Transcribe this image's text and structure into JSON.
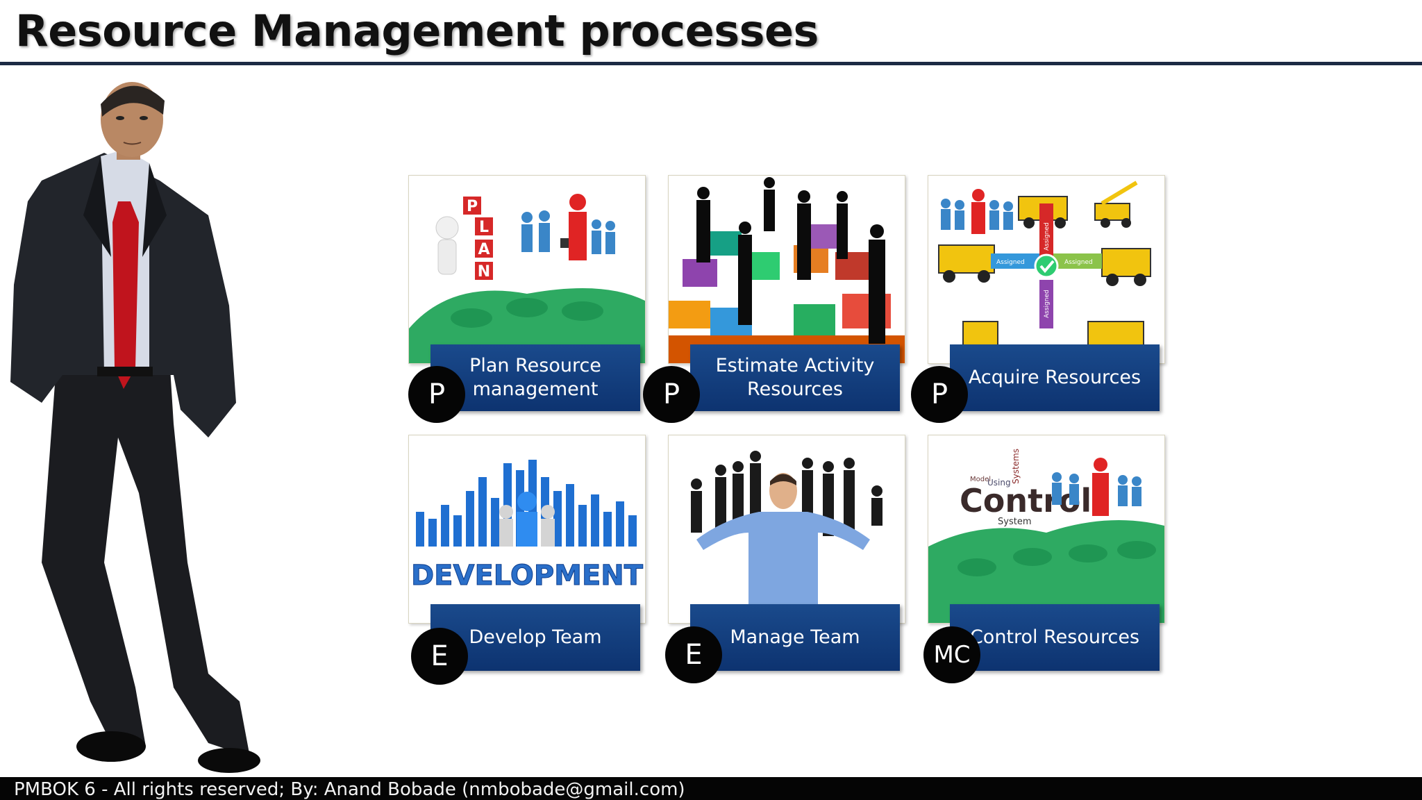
{
  "slide": {
    "title": "Resource Management processes",
    "footer": "PMBOK 6 - All rights reserved; By: Anand Bobade (nmbobade@gmail.com)"
  },
  "processes": [
    {
      "label": "Plan Resource management",
      "group": "P",
      "picture_words": [
        "P",
        "L",
        "A",
        "N"
      ]
    },
    {
      "label": "Estimate Activity Resources",
      "group": "P"
    },
    {
      "label": "Acquire Resources",
      "group": "P",
      "picture_words": [
        "Assigned",
        "Assigned",
        "Assigned",
        "Assigned"
      ]
    },
    {
      "label": "Develop Team",
      "group": "E",
      "picture_words": [
        "DEVELOPMENT"
      ]
    },
    {
      "label": "Manage Team",
      "group": "E"
    },
    {
      "label": "Control Resources",
      "group": "MC",
      "picture_words": [
        "Control",
        "Systems",
        "Using",
        "Model",
        "System"
      ]
    }
  ],
  "colors": {
    "label_blue": "#0d3370",
    "badge": "#050505",
    "rule": "#1c2a44",
    "leaf_green": "#2eaa62"
  }
}
